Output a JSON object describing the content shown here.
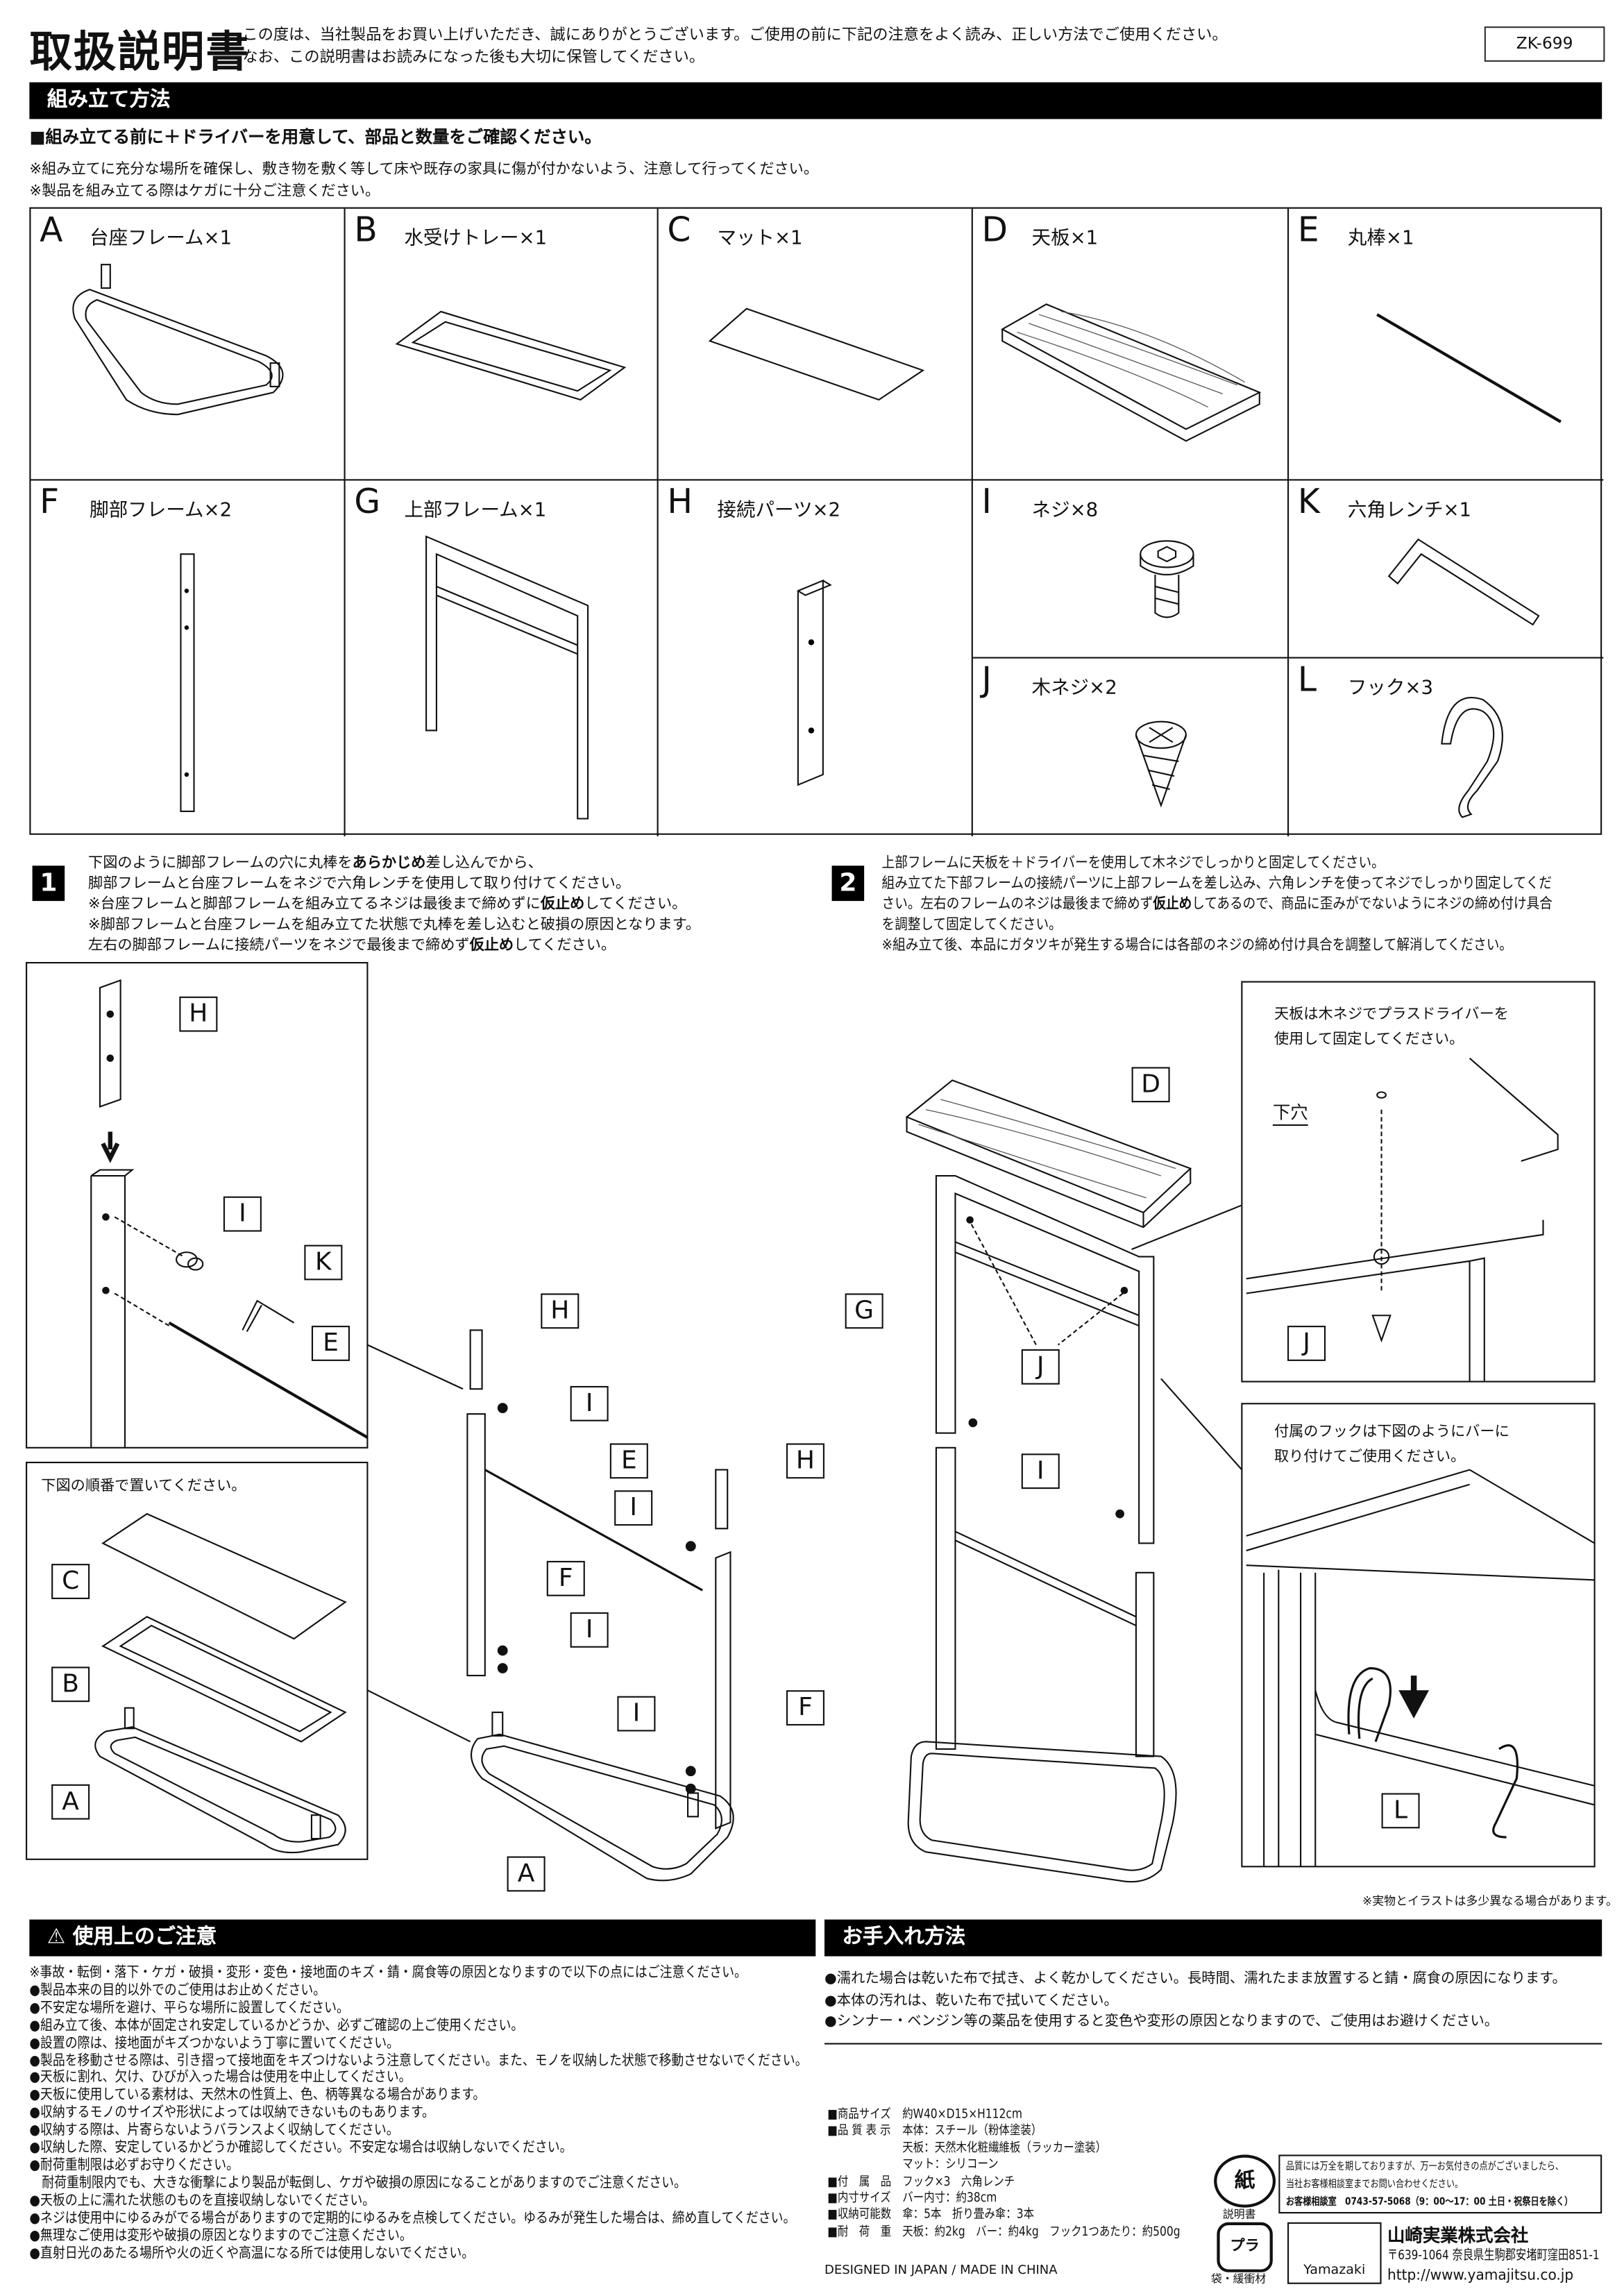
{
  "header": {
    "title": "取扱説明書",
    "intro": [
      "この度は、当社製品をお買い上げいただき、誠にありがとうございます。ご使用の前に下記の注意をよく読み、正しい方法でご使用ください。",
      "なお、この説明書はお読みになった後も大切に保管してください。"
    ],
    "model": "ZK-699"
  },
  "assembly": {
    "heading": "組み立て方法",
    "prep": "■組み立てる前に＋ドライバーを用意して、部品と数量をご確認ください。",
    "notes": [
      "※組み立てに充分な場所を確保し、敷き物を敷く等して床や既存の家具に傷が付かないよう、注意して行ってください。",
      "※製品を組み立てる際はケガに十分ご注意ください。"
    ]
  },
  "parts": [
    {
      "letter": "A",
      "name": "台座フレーム×1"
    },
    {
      "letter": "B",
      "name": "水受けトレー×1"
    },
    {
      "letter": "C",
      "name": "マット×1"
    },
    {
      "letter": "D",
      "name": "天板×1"
    },
    {
      "letter": "E",
      "name": "丸棒×1"
    },
    {
      "letter": "F",
      "name": "脚部フレーム×2"
    },
    {
      "letter": "G",
      "name": "上部フレーム×1"
    },
    {
      "letter": "H",
      "name": "接続パーツ×2"
    },
    {
      "letter": "I",
      "name": "ネジ×8"
    },
    {
      "letter": "K",
      "name": "六角レンチ×1"
    },
    {
      "letter": "J",
      "name": "木ネジ×2"
    },
    {
      "letter": "L",
      "name": "フック×3"
    }
  ],
  "step1": {
    "number": "1",
    "lines": [
      {
        "pre": "下図のように脚部フレームの穴に丸棒を",
        "bold": "あらかじめ",
        "post": "差し込んでから、"
      },
      {
        "pre": "脚部フレームと台座フレームをネジで六角レンチを使用して取り付けてください。",
        "bold": "",
        "post": ""
      },
      {
        "pre": "※台座フレームと脚部フレームを組み立てるネジは最後まで締めずに",
        "bold": "仮止め",
        "post": "してください。"
      },
      {
        "pre": "※脚部フレームと台座フレームを組み立てた状態で丸棒を差し込むと破損の原因となります。",
        "bold": "",
        "post": ""
      },
      {
        "pre": "左右の脚部フレームに接続パーツをネジで最後まで締めず",
        "bold": "仮止め",
        "post": "してください。"
      }
    ]
  },
  "step2": {
    "number": "2",
    "lines": [
      {
        "pre": "上部フレームに天板を＋ドライバーを使用して木ネジでしっかりと固定してください。",
        "bold": "",
        "post": ""
      },
      {
        "pre": "組み立てた下部フレームの接続パーツに上部フレームを差し込み、六角レンチを使ってネジでしっかり固定してくだ",
        "bold": "",
        "post": ""
      },
      {
        "pre": "さい。左右のフレームのネジは最後まで締めず",
        "bold": "仮止め",
        "post": "してあるので、商品に歪みがでないようにネジの締め付け具合"
      },
      {
        "pre": "を調整して固定してください。",
        "bold": "",
        "post": ""
      },
      {
        "pre": "※組み立て後、本品にガタツキが発生する場合には各部のネジの締め付け具合を調整して解消してください。",
        "bold": "",
        "post": ""
      }
    ]
  },
  "diagram": {
    "order_note": "下図の順番で置いてください。",
    "board_note": [
      "天板は木ネジでプラスドライバーを",
      "使用して固定してください。"
    ],
    "pilot_hole": "下穴",
    "hook_note": [
      "付属のフックは下図のようにバーに",
      "取り付けてご使用ください。"
    ],
    "disclaimer": "※実物とイラストは多少異なる場合があります。",
    "labels": {
      "H": "H",
      "I": "I",
      "K": "K",
      "E": "E",
      "C": "C",
      "B": "B",
      "A": "A",
      "F": "F",
      "D": "D",
      "G": "G",
      "J": "J",
      "L": "L"
    }
  },
  "caution": {
    "heading": "使用上のご注意",
    "icon": "warning-triangle-icon",
    "lines": [
      "※事故・転倒・落下・ケガ・破損・変形・変色・接地面のキズ・錆・腐食等の原因となりますので以下の点にはご注意ください。",
      "●製品本来の目的以外でのご使用はお止めください。",
      "●不安定な場所を避け、平らな場所に設置してください。",
      "●組み立て後、本体が固定され安定しているかどうか、必ずご確認の上ご使用ください。",
      "●設置の際は、接地面がキズつかないよう丁寧に置いてください。",
      "●製品を移動させる際は、引き摺って接地面をキズつけないよう注意してください。また、モノを収納した状態で移動させないでください。",
      "●天板に割れ、欠け、ひびが入った場合は使用を中止してください。",
      "●天板に使用している素材は、天然木の性質上、色、柄等異なる場合があります。",
      "●収納するモノのサイズや形状によっては収納できないものもあります。",
      "●収納する際は、片寄らないようバランスよく収納してください。",
      "●収納した際、安定しているかどうか確認してください。不安定な場合は収納しないでください。",
      "●耐荷重制限は必ずお守りください。",
      "　耐荷重制限内でも、大きな衝撃により製品が転倒し、ケガや破損の原因になることがありますのでご注意ください。",
      "●天板の上に濡れた状態のものを直接収納しないでください。",
      "●ネジは使用中にゆるみがでる場合がありますので定期的にゆるみを点検してください。ゆるみが発生した場合は、締め直してください。",
      "●無理なご使用は変形や破損の原因となりますのでご注意ください。",
      "●直射日光のあたる場所や火の近くや高温になる所では使用しないでください。"
    ]
  },
  "care": {
    "heading": "お手入れ方法",
    "lines": [
      "●濡れた場合は乾いた布で拭き、よく乾かしてください。長時間、濡れたまま放置すると錆・腐食の原因になります。",
      "●本体の汚れは、乾いた布で拭いてください。",
      "●シンナー・ベンジン等の薬品を使用すると変色や変形の原因となりますので、ご使用はお避けください。"
    ]
  },
  "specs": [
    {
      "key": "■商品サイズ",
      "value": "約W40×D15×H112cm"
    },
    {
      "key": "■品 質 表 示",
      "value": "本体：スチール（粉体塗装）"
    },
    {
      "key": "",
      "value": "天板：天然木化粧繊維板（ラッカー塗装）"
    },
    {
      "key": "",
      "value": "マット：シリコーン"
    },
    {
      "key": "■付　属　品",
      "value": "フック×3　六角レンチ"
    },
    {
      "key": "■内寸サイズ",
      "value": "バー内寸：約38cm"
    },
    {
      "key": "■収納可能数",
      "value": "傘：5本　折り畳み傘：3本"
    },
    {
      "key": "■耐　荷　重",
      "value": "天板：約2kg　バー：約4kg　フック1つあたり：約500g"
    }
  ],
  "origin": "DESIGNED IN JAPAN / MADE IN CHINA",
  "recycle": {
    "paper_mark": "紙",
    "paper_label": "説明書",
    "plastic_mark": "プラ",
    "plastic_label": "袋・緩衝材"
  },
  "inquiry": {
    "lines": [
      "品質には万全を期しておりますが、万一お気付きの点がございましたら、",
      "当社お客様相談室までお問い合わせください。"
    ],
    "contact": "お客様相談室　0743-57-5068（9：00〜17：00 土日・祝祭日を除く）"
  },
  "company": {
    "logo": "Yamazaki",
    "name": "山崎実業株式会社",
    "address": "〒639-1064 奈良県生駒郡安堵町窪田851-1",
    "url": "http://www.yamajitsu.co.jp"
  }
}
